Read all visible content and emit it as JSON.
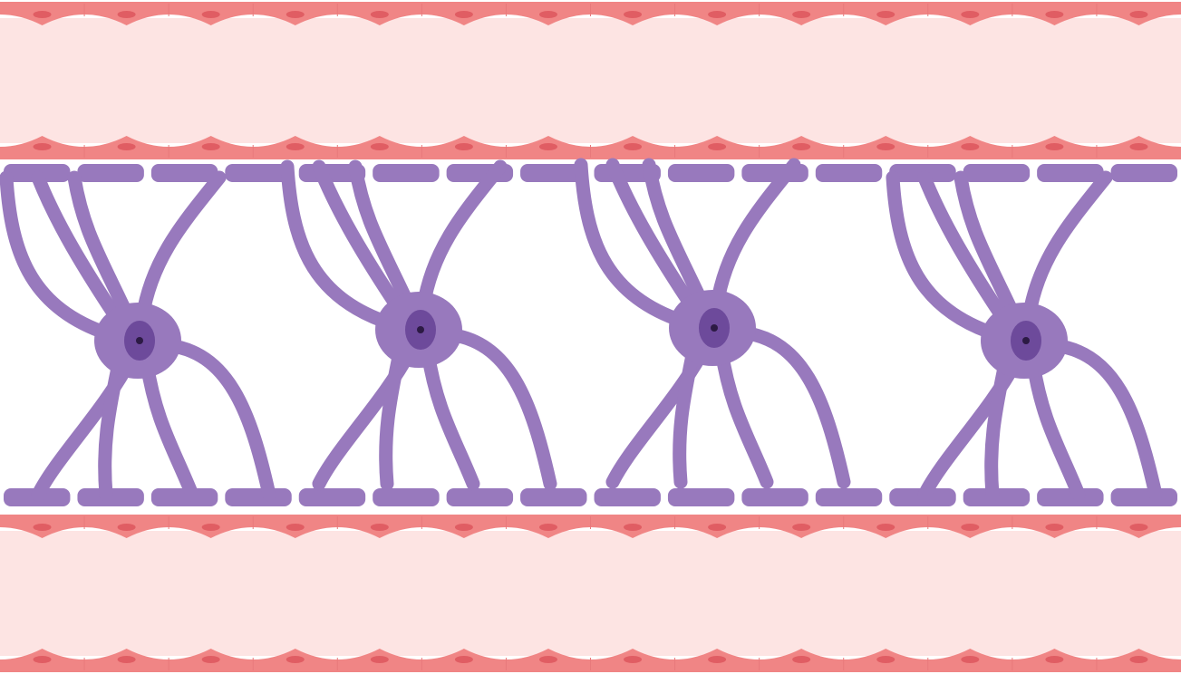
{
  "diagram": {
    "vessels": [
      {
        "name": "upper-vessel",
        "endothelial_cells_per_wall": 14
      },
      {
        "name": "lower-vessel",
        "endothelial_cells_per_wall": 14
      }
    ],
    "astrocytes": {
      "count": 4
    },
    "endfeet_per_row": 16,
    "colors": {
      "vessel_lumen": "#fde4e3",
      "endothelium": "#f08585",
      "endothelium_nucleus": "#e05d63",
      "astrocyte": "#9879bd",
      "astrocyte_nucleus": "#6d4a9b",
      "astrocyte_nucleolus": "#2c1a44"
    }
  }
}
